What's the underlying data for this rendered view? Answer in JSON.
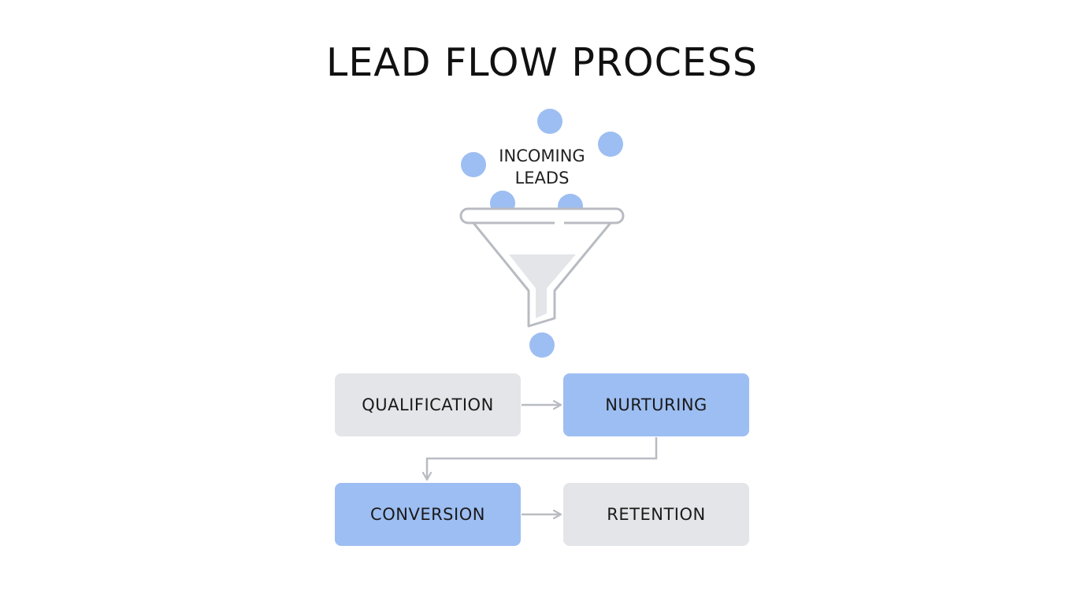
{
  "diagram": {
    "title": "LEAD FLOW PROCESS",
    "intake": {
      "label_lines": [
        "INCOMING",
        "LEADS"
      ],
      "icon": "funnel-icon"
    },
    "steps": [
      {
        "id": "qualification",
        "label": "QUALIFICATION",
        "style": "neutral"
      },
      {
        "id": "nurturing",
        "label": "NURTURING",
        "style": "accent"
      },
      {
        "id": "conversion",
        "label": "CONVERSION",
        "style": "accent"
      },
      {
        "id": "retention",
        "label": "RETENTION",
        "style": "neutral"
      }
    ],
    "connections": [
      {
        "from": "qualification",
        "to": "nurturing"
      },
      {
        "from": "nurturing",
        "to": "conversion"
      },
      {
        "from": "conversion",
        "to": "retention"
      }
    ]
  },
  "colors": {
    "accent": "#9dbef2",
    "neutral": "#e3e5e8",
    "lead_dot": "#9dbef2",
    "line": "#b8bcc2",
    "funnel_fill": "#e3e5e8",
    "text": "#1a1a1a"
  }
}
